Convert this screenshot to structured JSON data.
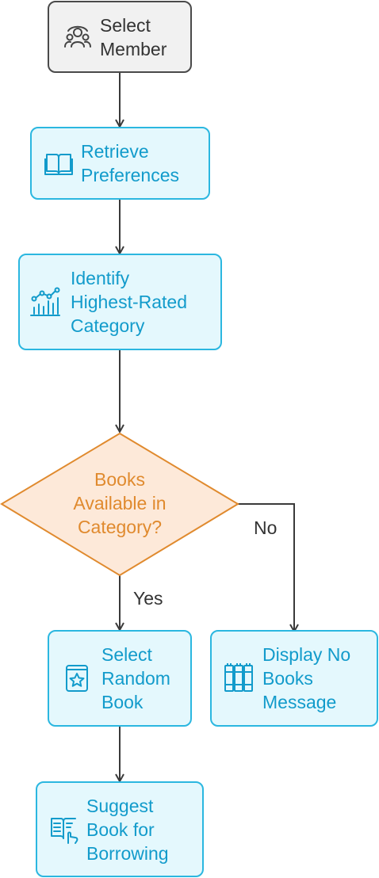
{
  "nodes": {
    "select_member": "Select\nMember",
    "retrieve_preferences": "Retrieve\nPreferences",
    "identify_category": "Identify\nHighest-Rated\nCategory",
    "books_available": "Books\nAvailable in\nCategory?",
    "select_random_book": "Select\nRandom\nBook",
    "display_no_books": "Display No\nBooks\nMessage",
    "suggest_book": "Suggest\nBook for\nBorrowing"
  },
  "edges": {
    "yes": "Yes",
    "no": "No"
  },
  "colors": {
    "step_fill": "#e4f8fd",
    "step_border": "#2bb7e0",
    "step_text": "#129bcb",
    "start_fill": "#f1f1f1",
    "start_border": "#4a4a4a",
    "decision_fill": "#fde9d9",
    "decision_border": "#e08a2e",
    "decision_text": "#e08a2e",
    "arrow": "#3a3a3a"
  },
  "icons": {
    "select_member": "people-network-icon",
    "retrieve_preferences": "open-book-icon",
    "identify_category": "bar-line-chart-icon",
    "select_random_book": "book-star-icon",
    "display_no_books": "bookshelf-icon",
    "suggest_book": "book-hand-icon"
  }
}
